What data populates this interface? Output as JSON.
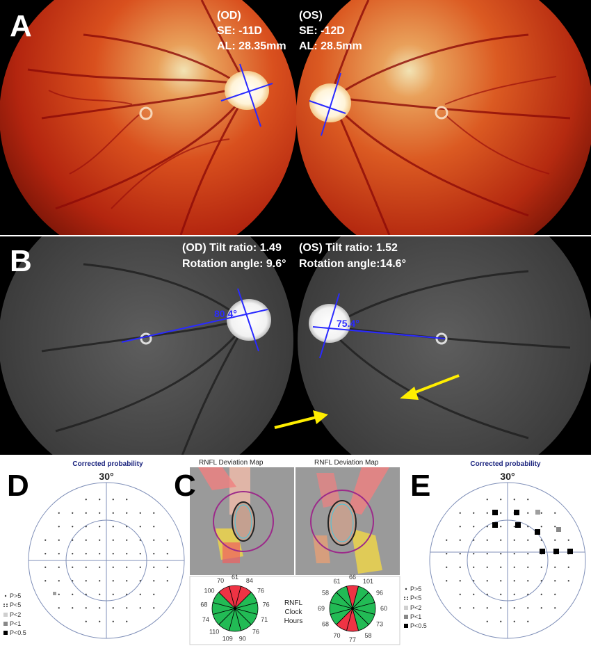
{
  "panel_a": {
    "letter": "A",
    "od": {
      "eye": "(OD)",
      "se": "SE: -11D",
      "al": "AL: 28.35mm"
    },
    "os": {
      "eye": "(OS)",
      "se": "SE: -12D",
      "al": "AL: 28.5mm"
    }
  },
  "panel_b": {
    "letter": "B",
    "od": {
      "tilt": "(OD) Tilt ratio: 1.49",
      "rotation": "Rotation angle: 9.6°",
      "angle": "80.4°"
    },
    "os": {
      "tilt": "(OS) Tilt ratio: 1.52",
      "rotation": "Rotation angle:14.6°",
      "angle": "75.4°"
    }
  },
  "panel_c": {
    "letter": "C",
    "map_title_left": "RNFL Deviation Map",
    "map_title_right": "RNFL Deviation Map",
    "clock_label_1": "RNFL",
    "clock_label_2": "Clock",
    "clock_label_3": "Hours",
    "left_clock": [
      "61",
      "84",
      "76",
      "76",
      "71",
      "76",
      "90",
      "109",
      "110",
      "74",
      "68",
      "100",
      "70"
    ],
    "right_clock": [
      "66",
      "101",
      "96",
      "60",
      "73",
      "58",
      "77",
      "70",
      "68",
      "69",
      "58",
      "61"
    ]
  },
  "panel_d": {
    "letter": "D",
    "title": "Corrected probability",
    "degrees": "30°",
    "legend": [
      "P>5",
      "P<5",
      "P<2",
      "P<1",
      "P<0.5"
    ]
  },
  "panel_e": {
    "letter": "E",
    "title": "Corrected probability",
    "degrees": "30°",
    "legend": [
      "P>5",
      "P<5",
      "P<2",
      "P<1",
      "P<0.5"
    ]
  },
  "colors": {
    "annotation_line": "#2a2aff",
    "arrow": "#ffee00",
    "vf_title": "#1a237e"
  }
}
